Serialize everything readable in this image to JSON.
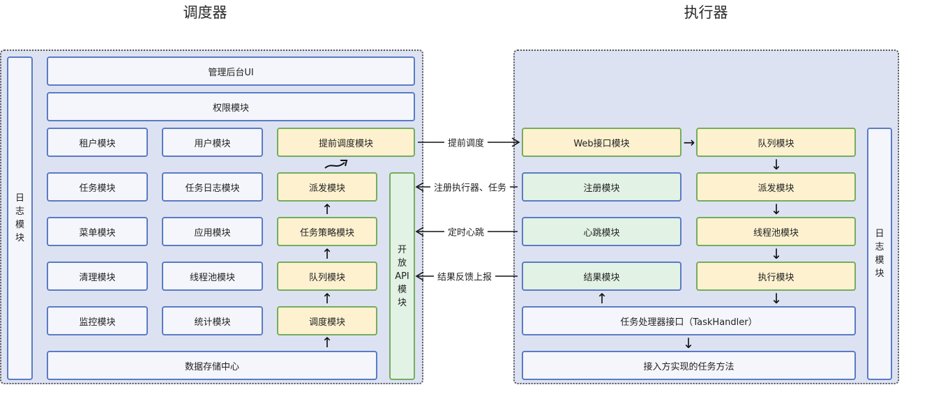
{
  "scheduler": {
    "title": "调度器",
    "log_module": [
      "日",
      "志",
      "模",
      "块"
    ],
    "admin_ui": "管理后台UI",
    "permission": "权限模块",
    "grid": [
      [
        "租户模块",
        "用户模块"
      ],
      [
        "任务模块",
        "任务日志模块"
      ],
      [
        "菜单模块",
        "应用模块"
      ],
      [
        "清理模块",
        "线程池模块"
      ],
      [
        "监控模块",
        "统计模块"
      ]
    ],
    "pipeline": [
      "提前调度模块",
      "派发模块",
      "任务策略模块",
      "队列模块",
      "调度模块"
    ],
    "data_center": "数据存储中心",
    "open_api": [
      "开",
      "放",
      "API",
      "模",
      "块"
    ]
  },
  "executor": {
    "title": "执行器",
    "log_module": [
      "日",
      "志",
      "模",
      "块"
    ],
    "left_col": [
      "Web接口模块",
      "注册模块",
      "心跳模块",
      "结果模块"
    ],
    "right_col": [
      "队列模块",
      "派发模块",
      "线程池模块",
      "执行模块"
    ],
    "task_handler": "任务处理器接口（TaskHandler）",
    "impl": "接入方实现的任务方法"
  },
  "connections": [
    "提前调度",
    "注册执行器、任务",
    "定时心跳",
    "结果反馈上报"
  ],
  "colors": {
    "panel": "#dde2f3",
    "yellow": "#fdf1cf",
    "green": "#e2f2e4",
    "blue_border": "#5a7bc4",
    "green_border": "#74ad5c"
  }
}
